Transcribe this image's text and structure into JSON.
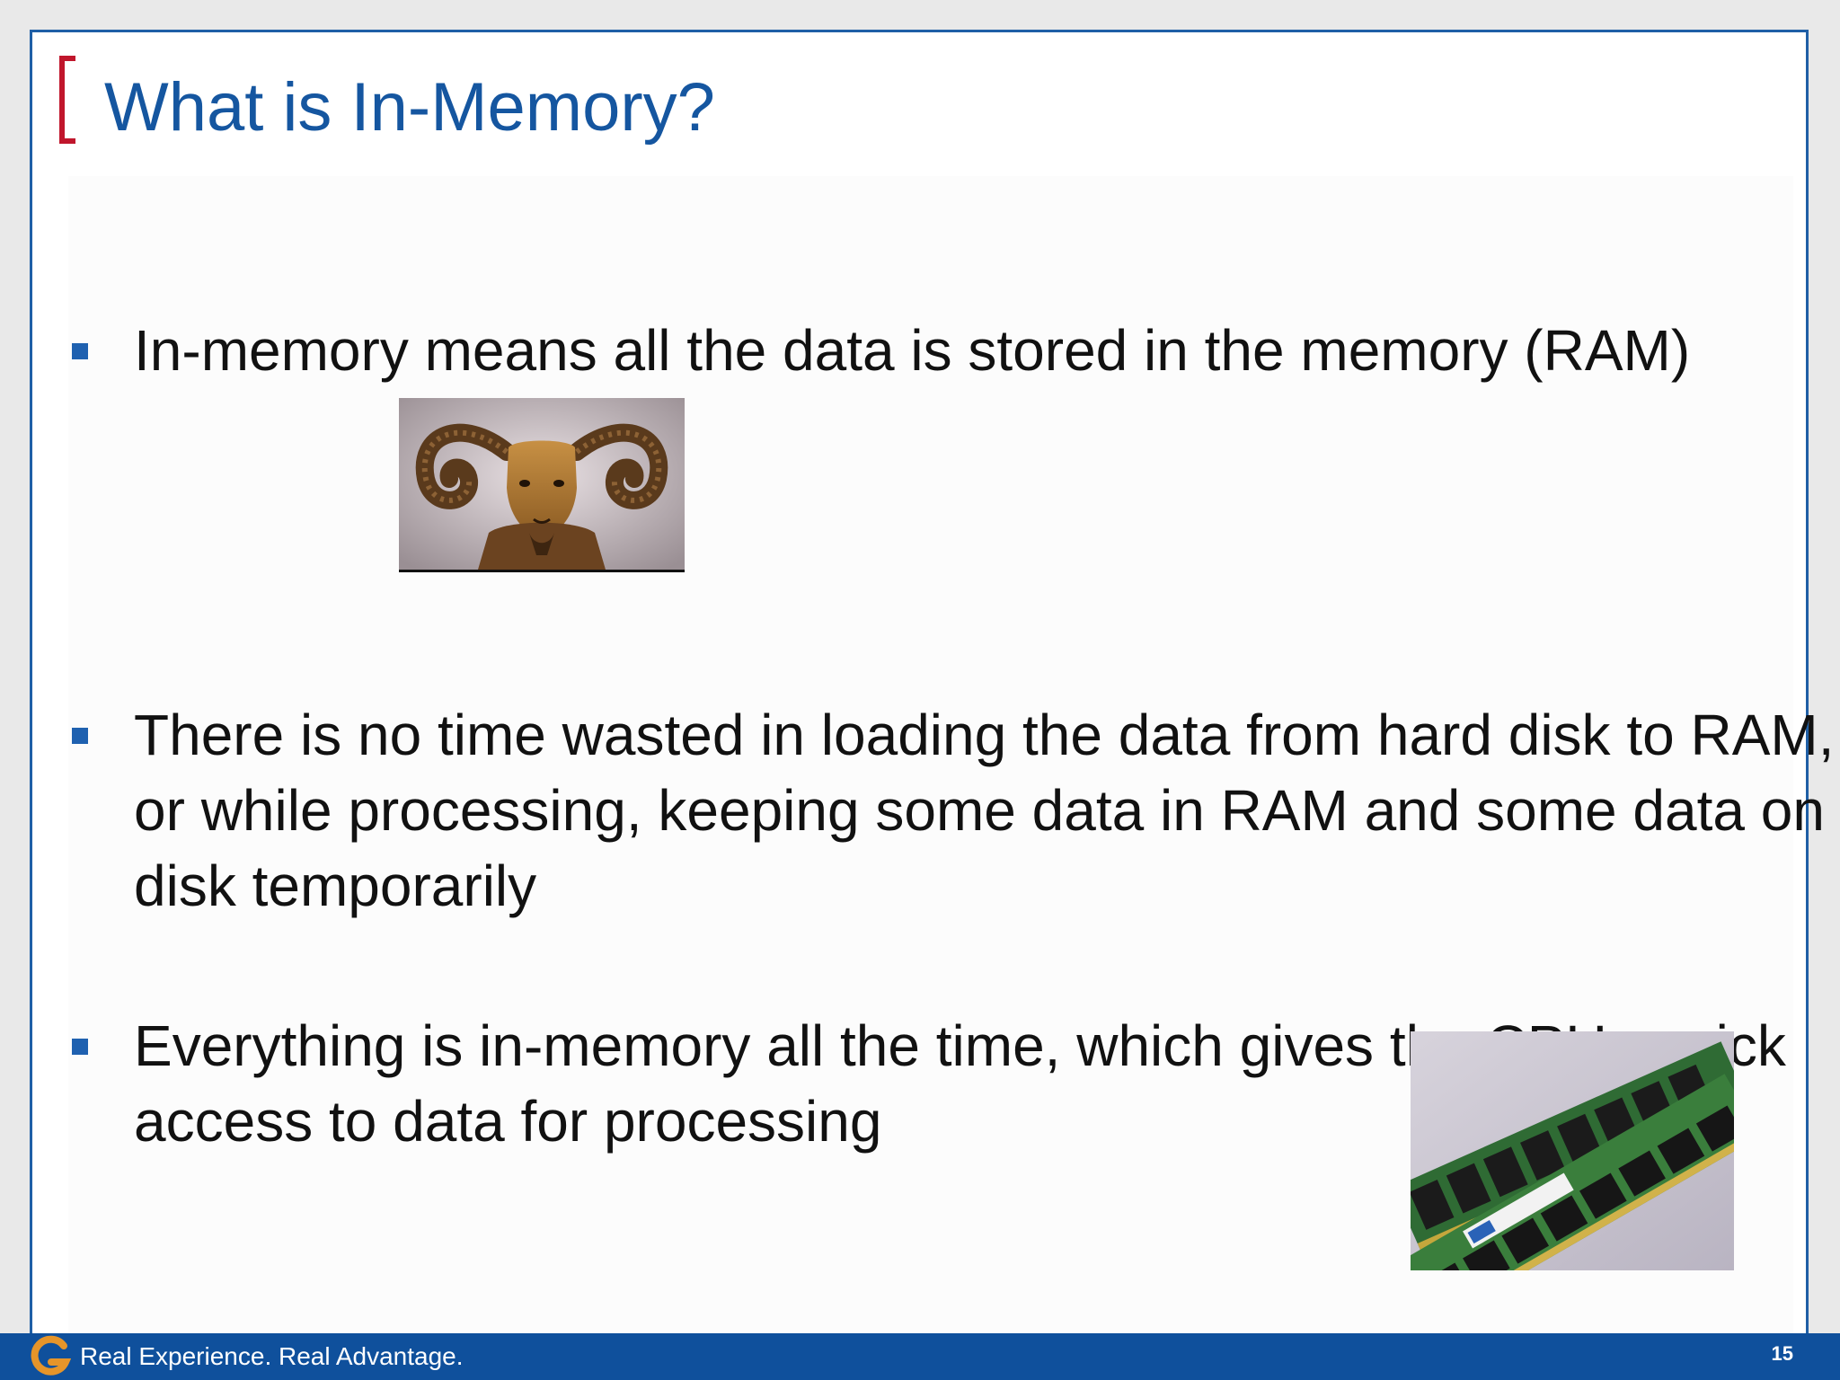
{
  "slide": {
    "title": "What is In-Memory?",
    "bullets": [
      {
        "text": "In-memory means all the data is stored in the memory (RAM)"
      },
      {
        "text": "There is no time wasted in loading the data from hard disk to RAM, or while processing, keeping some data in RAM and some data on disk temporarily"
      },
      {
        "text": "Everything is in-memory all the time, which gives the CPUs quick access to data for processing"
      }
    ],
    "images": {
      "ram_photo": {
        "label": "ram-head-photo"
      },
      "memory_module": {
        "label": "memory-module-photo"
      }
    }
  },
  "footer": {
    "tagline": "Real Experience. Real Advantage.",
    "page_number": "15",
    "logo_letter": "G"
  },
  "colors": {
    "title": "#1556a0",
    "bracket": "#c0162c",
    "footer": "#0f509c",
    "bullet": "#1f61b0",
    "logo": "#e6952a"
  }
}
